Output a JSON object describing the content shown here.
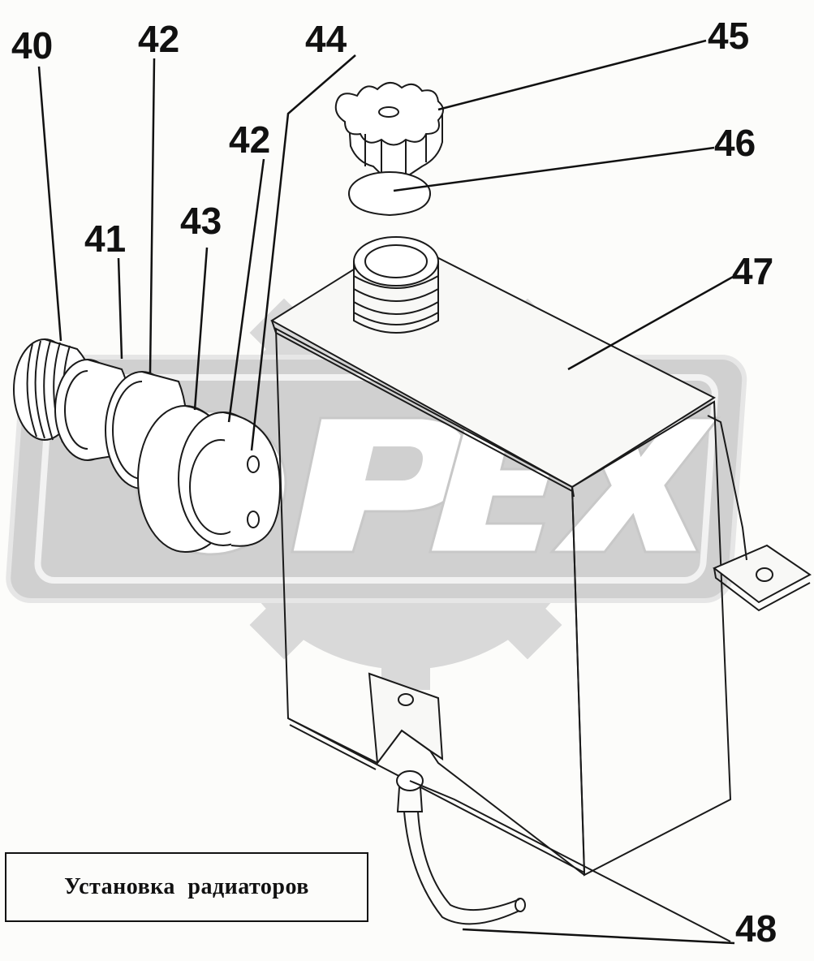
{
  "caption": "Установка  радиаторов",
  "watermark": {
    "text": "OPEX",
    "color": "#d6d6d6"
  },
  "callouts": [
    {
      "id": "40",
      "label": "40"
    },
    {
      "id": "42a",
      "label": "42"
    },
    {
      "id": "44",
      "label": "44"
    },
    {
      "id": "42b",
      "label": "42"
    },
    {
      "id": "41",
      "label": "41"
    },
    {
      "id": "43",
      "label": "43"
    },
    {
      "id": "45",
      "label": "45"
    },
    {
      "id": "46",
      "label": "46"
    },
    {
      "id": "47",
      "label": "47"
    },
    {
      "id": "48",
      "label": "48"
    }
  ]
}
